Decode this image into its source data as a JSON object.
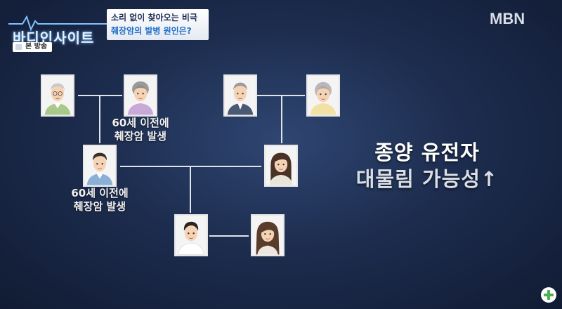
{
  "program": {
    "logo_text": "바디인사이트",
    "topic_line1": "소리 없이 찾아오는 비극",
    "topic_line2": "췌장암의 발병 원인은?",
    "broadcast_badge": "본 방송",
    "broadcaster": "MBN"
  },
  "diagram": {
    "captions": {
      "grandfather_line1": "60세 이전에",
      "grandfather_line2": "췌장암 발생",
      "father_line1": "60세 이전에",
      "father_line2": "췌장암 발생"
    },
    "headline_line1": "종양 유전자",
    "headline_line2": "대물림 가능성↑"
  },
  "colors": {
    "background": "#1d2d4f",
    "line": "#dfe3ea",
    "topic_blue": "#1f6fc8"
  },
  "icons": [
    "plus-icon"
  ]
}
